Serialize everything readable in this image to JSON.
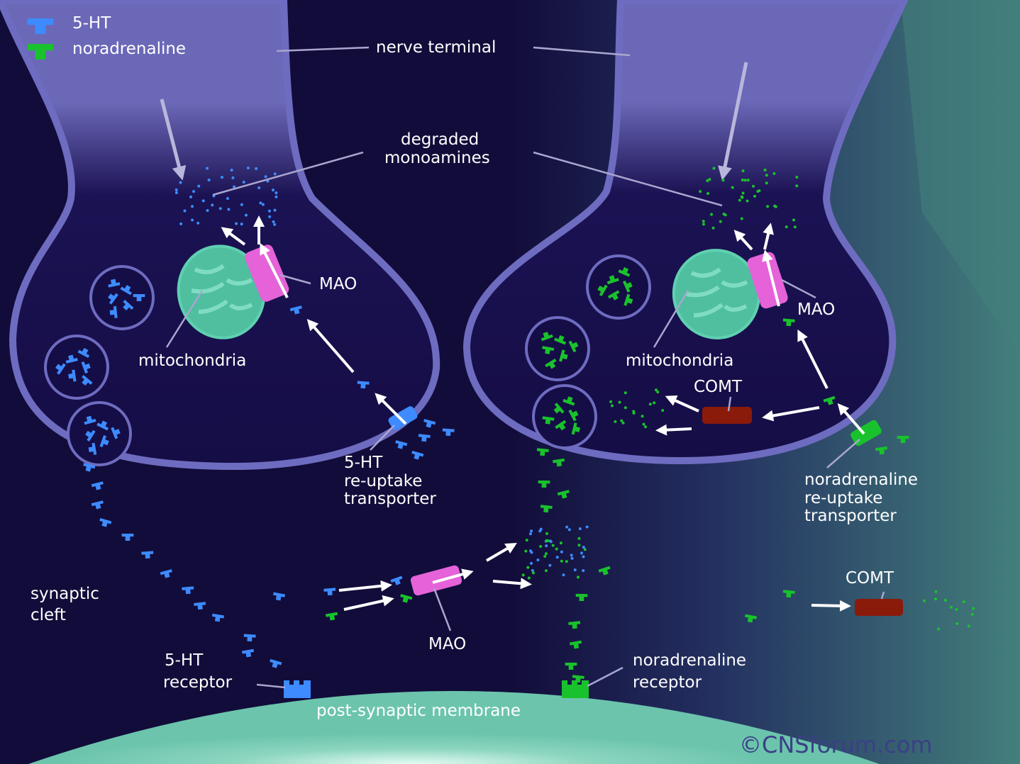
{
  "legend": [
    {
      "label": "5-HT",
      "color": "#3d8bff"
    },
    {
      "label": "noradrenaline",
      "color": "#19c22c"
    }
  ],
  "labels": {
    "nerve_terminal": "nerve terminal",
    "degraded": [
      "degraded",
      "monoamines"
    ],
    "mao": "MAO",
    "mitochondria": "mitochondria",
    "comt": "COMT",
    "ht_transporter": [
      "5-HT",
      "re-uptake",
      "transporter"
    ],
    "na_transporter": [
      "noradrenaline",
      "re-uptake",
      "transporter"
    ],
    "synaptic_cleft": [
      "synaptic",
      "cleft"
    ],
    "ht_receptor": [
      "5-HT",
      "receptor"
    ],
    "na_receptor": [
      "noradrenaline",
      "receptor"
    ],
    "membrane": "post-synaptic membrane",
    "copyright": "©CNSforum.com"
  },
  "colors": {
    "background": "#120c3a",
    "terminal": "#6b68b8",
    "mito": "#4fbfa0",
    "mao": "#e562d8",
    "comt": "#8a1a0a",
    "membrane": "#6cc4ad",
    "teal": "#3f7a7a"
  }
}
